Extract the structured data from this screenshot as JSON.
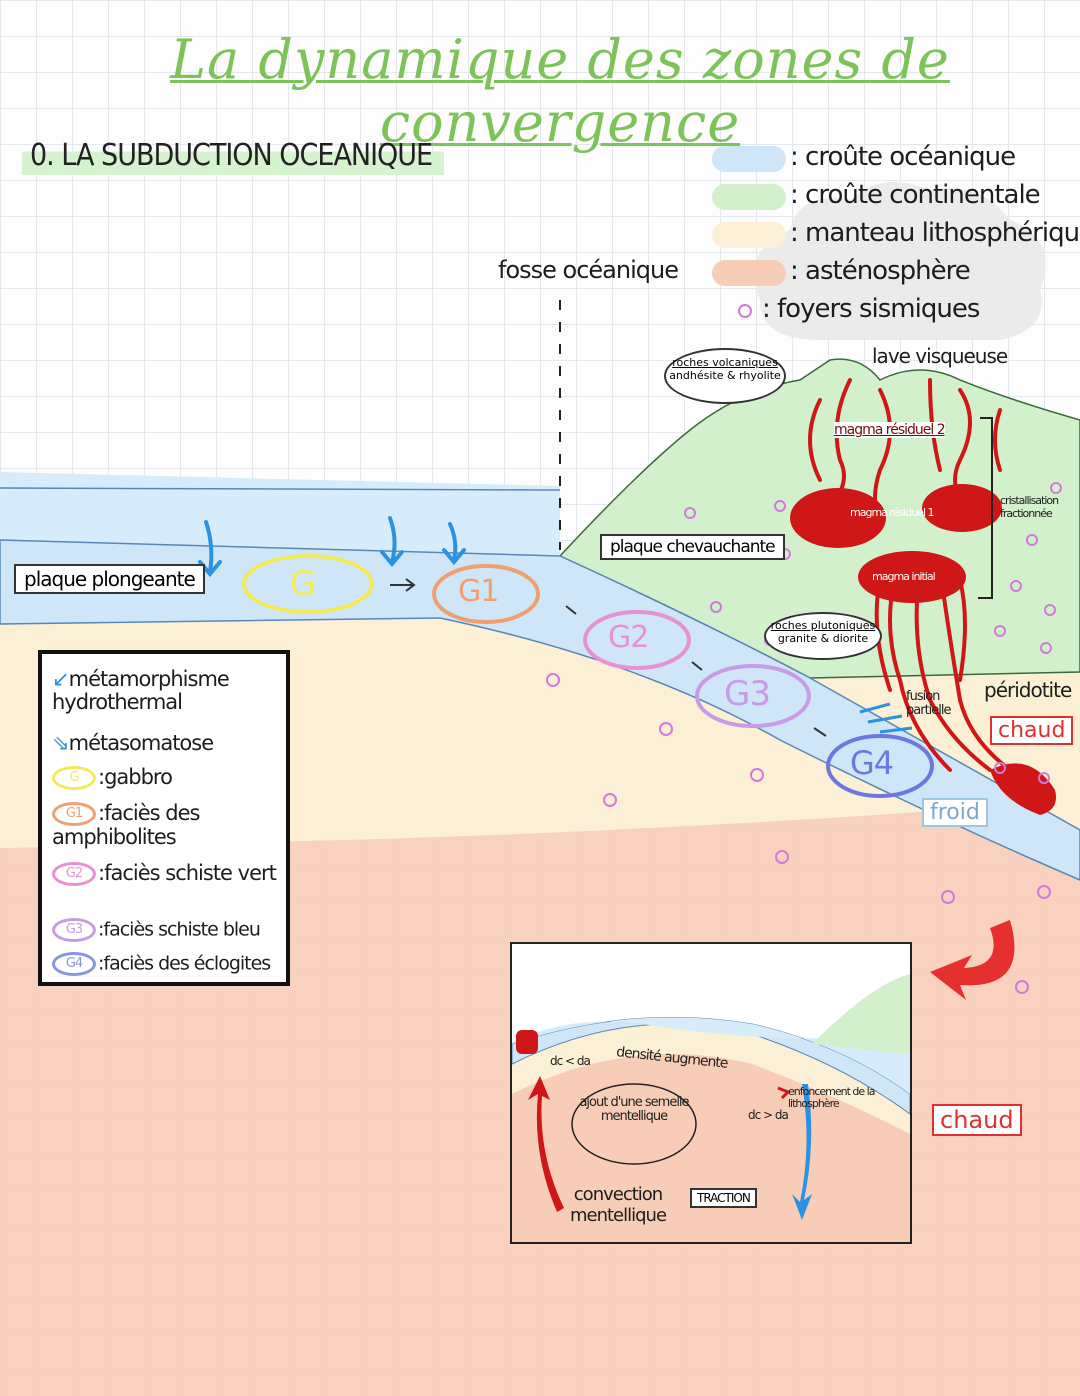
{
  "title": "La dynamique des zones de convergence",
  "section": "0. LA SUBDUCTION OCEANIQUE",
  "colors": {
    "ocean_crust": "#cfe6f8",
    "continental_crust": "#d3f0cc",
    "mantle_litho": "#fbf0d5",
    "asthenosphere": "#f8cdb8",
    "magma": "#d01717",
    "seismic": "#d27ad9"
  },
  "legend_top": [
    {
      "label": ": croûte océanique",
      "color": "#cfe6f8"
    },
    {
      "label": ": croûte continentale",
      "color": "#d3f0cc"
    },
    {
      "label": ": manteau lithosphérique",
      "color": "#fbf0d5"
    },
    {
      "label": ": asténosphère",
      "color": "#f8cdb8"
    },
    {
      "label": ": foyers sismiques",
      "icon": "seismic-dot-icon"
    }
  ],
  "labels": {
    "fosse": "fosse océanique",
    "plaque_plongeante": "plaque plongeante",
    "plaque_chevauchante": "plaque chevauchante",
    "roches_volc_title": "roches volcaniques",
    "roches_volc_text": "andhésite & rhyolite",
    "roches_plut_title": "roches plutoniques",
    "roches_plut_text": "granite & diorite",
    "lave": "lave visqueuse",
    "magma_residuel_1": "magma résiduel 2",
    "magma_residuel_2": "magma résiduel 1",
    "magma_initial": "magma initial",
    "cristallisation": "cristallisation fractionnée",
    "peridotite": "péridotite",
    "fusion": "fusion partielle",
    "chaud1": "chaud",
    "froid": "froid",
    "chaud2": "chaud"
  },
  "facies_slab": [
    "G",
    "G1",
    "G2",
    "G3",
    "G4"
  ],
  "legend_box": {
    "metamorphisme": "métamorphisme hydrothermal",
    "metasomatose": "métasomatose",
    "items": [
      {
        "code": "G",
        "label": ":gabbro",
        "color": "#f2ea5a"
      },
      {
        "code": "G1",
        "label": ":faciès des amphibolites",
        "color": "#f0a070"
      },
      {
        "code": "G2",
        "label": ":faciès schiste vert",
        "color": "#e890d2"
      },
      {
        "code": "G3",
        "label": ":faciès schiste bleu",
        "color": "#c79be6"
      },
      {
        "code": "G4",
        "label": ":faciès des éclogites",
        "color": "#8893e6"
      }
    ]
  },
  "inset": {
    "dc_lt": "dc < da",
    "densite": "densité augmente",
    "ajout": "ajout d'une semelle mentellique",
    "dc_gt": "dc > da",
    "enfoncement": "enfoncement de la lithosphère",
    "convection": "convection mentellique",
    "traction": "TRACTION"
  }
}
